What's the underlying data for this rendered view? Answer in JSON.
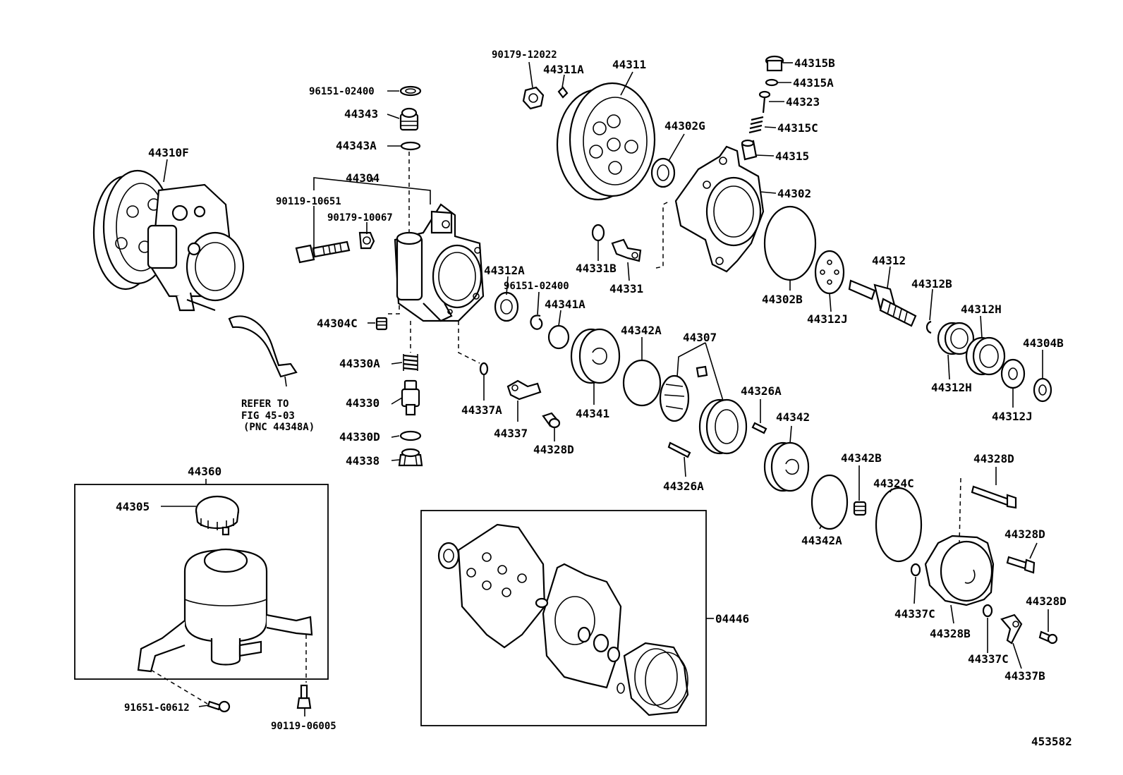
{
  "labels": {
    "l_44310F": "44310F",
    "l_44304": "44304",
    "l_90119_10651": "90119-10651",
    "l_90179_10067": "90179-10067",
    "l_96151_02400_a": "96151-02400",
    "l_44343": "44343",
    "l_44343A": "44343A",
    "l_44304C": "44304C",
    "l_44330A": "44330A",
    "l_44330": "44330",
    "l_44330D": "44330D",
    "l_44338": "44338",
    "l_refer1": "REFER TO",
    "l_refer2": "FIG 45-03",
    "l_refer3": "(PNC 44348A)",
    "l_90179_12022": "90179-12022",
    "l_44311A": "44311A",
    "l_44311": "44311",
    "l_44302G": "44302G",
    "l_44315B": "44315B",
    "l_44315A": "44315A",
    "l_44323": "44323",
    "l_44315C": "44315C",
    "l_44315": "44315",
    "l_44302": "44302",
    "l_44331B": "44331B",
    "l_44331": "44331",
    "l_44312A": "44312A",
    "l_96151_02400_b": "96151-02400",
    "l_44341A": "44341A",
    "l_44342A_a": "44342A",
    "l_44307": "44307",
    "l_44302B": "44302B",
    "l_44312J_a": "44312J",
    "l_44312": "44312",
    "l_44312B": "44312B",
    "l_44312H_a": "44312H",
    "l_44312H_b": "44312H",
    "l_44304B": "44304B",
    "l_44312J_b": "44312J",
    "l_44337A": "44337A",
    "l_44337": "44337",
    "l_44328D_a": "44328D",
    "l_44341": "44341",
    "l_44326A_a": "44326A",
    "l_44342": "44342",
    "l_44326A_b": "44326A",
    "l_44342B": "44342B",
    "l_44324C": "44324C",
    "l_44342A_b": "44342A",
    "l_44328D_b": "44328D",
    "l_44328D_c": "44328D",
    "l_44328D_d": "44328D",
    "l_44337C_a": "44337C",
    "l_44328B": "44328B",
    "l_44337C_b": "44337C",
    "l_44337B": "44337B",
    "l_44360": "44360",
    "l_44305": "44305",
    "l_91651_G0612": "91651-G0612",
    "l_90119_06005": "90119-06005",
    "l_04446": "04446",
    "l_fig": "453582"
  }
}
